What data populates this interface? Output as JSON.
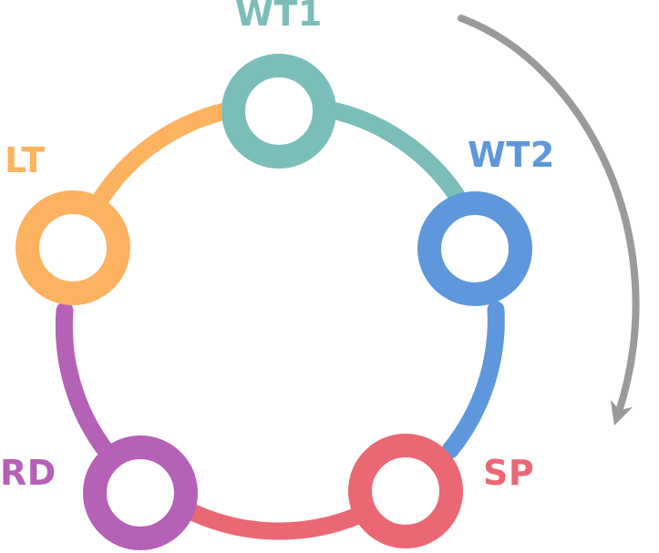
{
  "colors": {
    "wt1": "#7bbdb9",
    "wt2": "#5e97dc",
    "sp": "#ea6774",
    "rd": "#b461b6",
    "lt": "#fdb25f",
    "arrow": "#9a9a9a",
    "background": "#ffffff"
  },
  "stages": {
    "wt1": {
      "label": "WT1"
    },
    "wt2": {
      "label": "WT2"
    },
    "sp": {
      "label": "SP"
    },
    "rd": {
      "label": "RD"
    },
    "lt": {
      "label": "LT"
    }
  },
  "cycle_order": [
    "WT1",
    "WT2",
    "SP",
    "RD",
    "LT"
  ],
  "arrow": {
    "direction": "clockwise",
    "icon": "curved-arrow-icon"
  }
}
